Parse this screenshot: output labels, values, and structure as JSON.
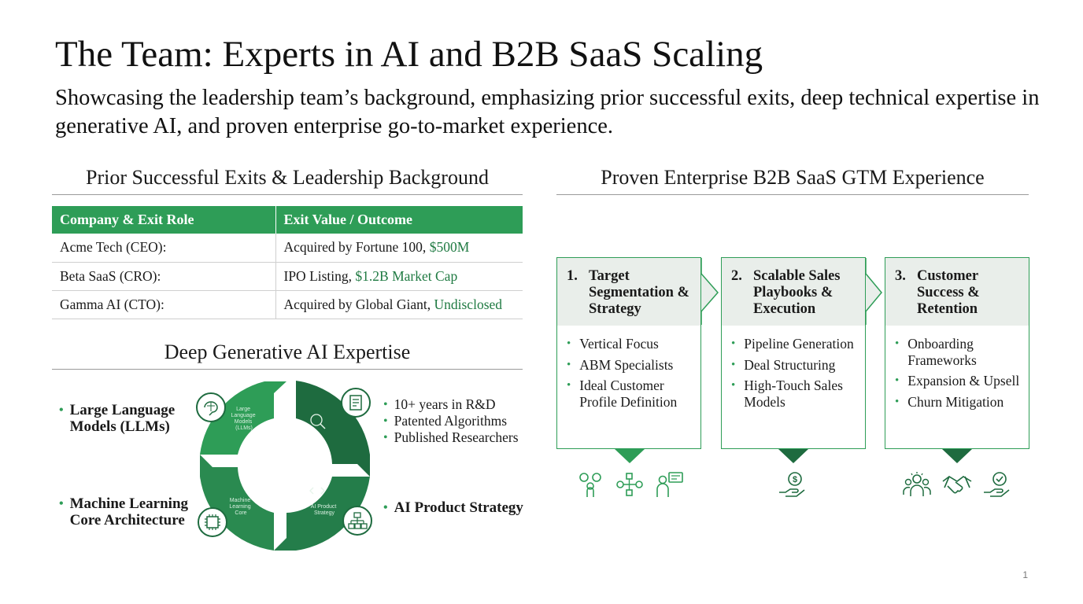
{
  "title": "The Team: Experts in AI and B2B SaaS Scaling",
  "subtitle": "Showcasing the leadership team’s background, emphasizing prior successful exits, deep technical expertise in generative AI, and proven enterprise go-to-market experience.",
  "exits": {
    "heading": "Prior Successful Exits & Leadership Background",
    "columns": [
      "Company & Exit Role",
      "Exit Value / Outcome"
    ],
    "rows": [
      {
        "company": "Acme Tech (CEO):",
        "outcome": "Acquired by Fortune 100, ",
        "highlight": "$500M"
      },
      {
        "company": "Beta SaaS (CRO):",
        "outcome": "IPO Listing, ",
        "highlight": "$1.2B Market Cap"
      },
      {
        "company": "Gamma AI (CTO):",
        "outcome": "Acquired by Global Giant, ",
        "highlight": "Undisclosed"
      }
    ]
  },
  "ai": {
    "heading": "Deep Generative AI Expertise",
    "llm": "Large Language Models (LLMs)",
    "ml": "Machine Learning Core Architecture",
    "rd_points": [
      "10+ years in R&D",
      "Patented Algorithms",
      "Published Researchers"
    ],
    "product_strategy": "AI Product Strategy",
    "segment_llm": [
      "Large",
      "Language",
      "Models",
      "(LLMs)"
    ],
    "segment_ml": [
      "Machine",
      "Learning",
      "Core"
    ],
    "segment_ps": [
      "AI Product",
      "Strategy"
    ]
  },
  "gtm": {
    "heading": "Proven Enterprise B2B SaaS GTM Experience",
    "stages": [
      {
        "num": "1.",
        "title": "Target Segmentation & Strategy",
        "items": [
          "Vertical Focus",
          "ABM Specialists",
          "Ideal Customer Profile Definition"
        ]
      },
      {
        "num": "2.",
        "title": "Scalable Sales Playbooks & Execution",
        "items": [
          "Pipeline Generation",
          "Deal Structuring",
          "High-Touch Sales Models"
        ]
      },
      {
        "num": "3.",
        "title": "Customer Success & Retention",
        "items": [
          "Onboarding Frameworks",
          "Expansion & Upsell",
          "Churn Mitigation"
        ]
      }
    ]
  },
  "page_number": "1",
  "colors": {
    "accent": "#2e9d57",
    "dark_green": "#1e6b3f",
    "highlight_text": "#1f7a42",
    "box_header": "#e9eeea"
  }
}
